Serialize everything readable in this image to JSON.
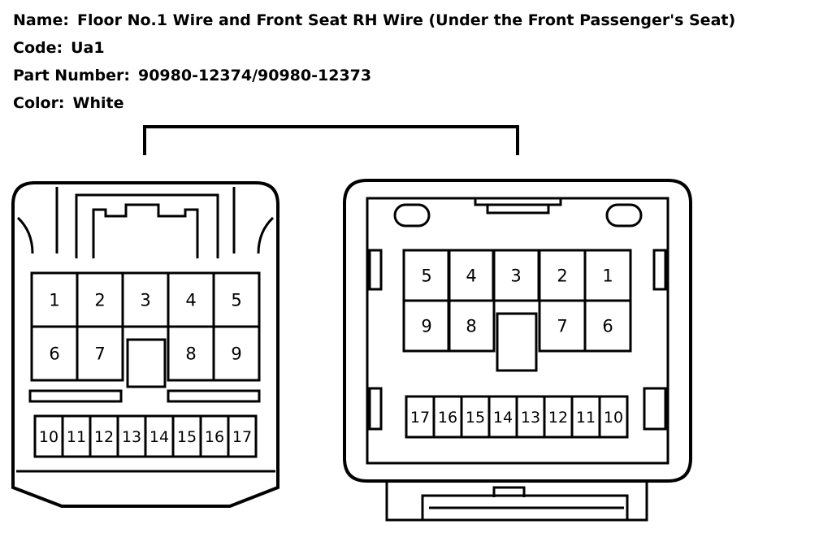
{
  "header": {
    "name_label": "Name:",
    "name_value": "Floor No.1 Wire and Front Seat RH Wire (Under the Front Passenger's Seat)",
    "code_label": "Code:",
    "code_value": "Ua1",
    "part_label": "Part Number:",
    "part_value": "90980-12374/90980-12373",
    "color_label": "Color:",
    "color_value": "White"
  },
  "left_connector": {
    "top_pins": [
      "1",
      "2",
      "3",
      "4",
      "5"
    ],
    "mid_pins": [
      "6",
      "7",
      "8",
      "9"
    ],
    "bottom_pins": [
      "10",
      "11",
      "12",
      "13",
      "14",
      "15",
      "16",
      "17"
    ]
  },
  "right_connector": {
    "top_pins": [
      "5",
      "4",
      "3",
      "2",
      "1"
    ],
    "mid_pins": [
      "9",
      "8",
      "7",
      "6"
    ],
    "bottom_pins": [
      "17",
      "16",
      "15",
      "14",
      "13",
      "12",
      "11",
      "10"
    ]
  }
}
